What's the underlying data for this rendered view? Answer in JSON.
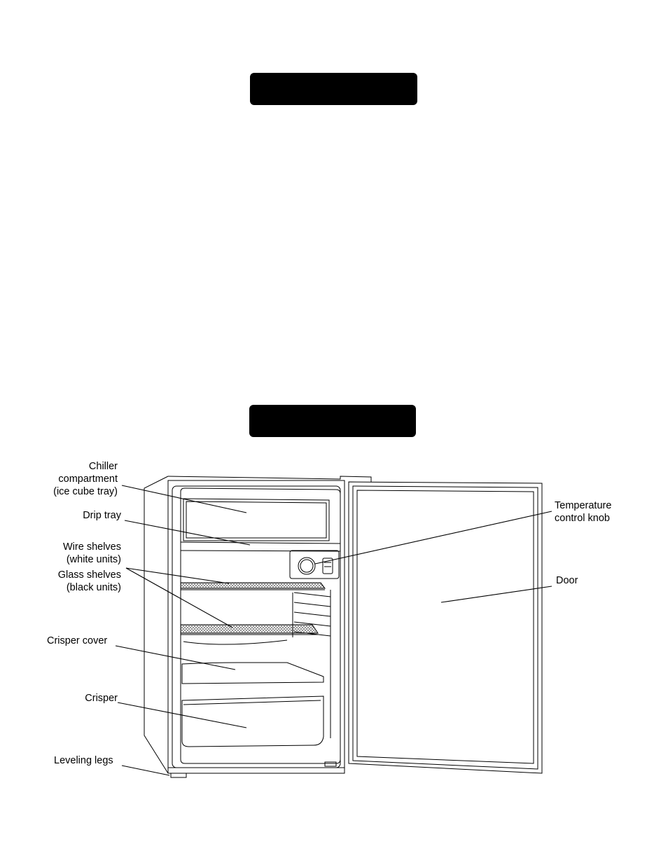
{
  "page": {
    "background": "#ffffff",
    "ink": "#000000"
  },
  "banners": [
    {
      "id": "top-banner",
      "text": ""
    },
    {
      "id": "middle-banner",
      "text": ""
    }
  ],
  "labels": {
    "chiller": "Chiller\ncompartment\n(ice cube tray)",
    "drip_tray": "Drip tray",
    "wire_shelves": "Wire shelves\n(white units)",
    "glass_shelves": "Glass shelves\n(black units)",
    "crisper_cover": "Crisper cover",
    "crisper": "Crisper",
    "leveling_legs": "Leveling legs",
    "temperature_knob": "Temperature\ncontrol knob",
    "door": "Door"
  }
}
